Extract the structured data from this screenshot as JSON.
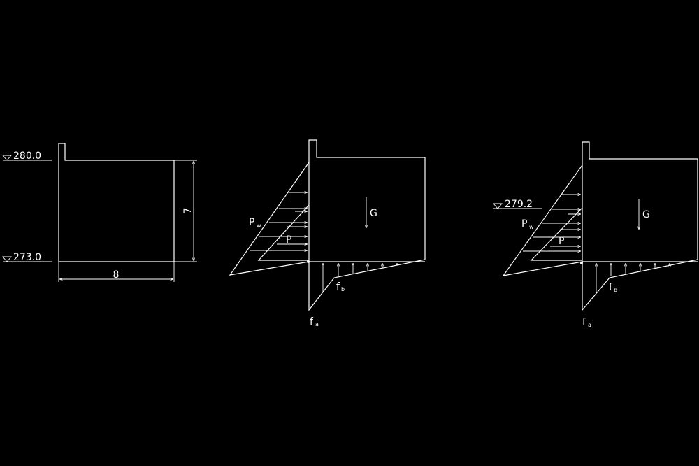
{
  "colors": {
    "background": "#000000",
    "stroke": "#ffffff"
  },
  "diagram1": {
    "elev_top": "280.0",
    "elev_bottom": "273.0",
    "dim_height": "7",
    "dim_width": "8"
  },
  "diagram2": {
    "label_pw_main": "P",
    "label_pw_sub": "w",
    "label_p": "P",
    "label_g": "G",
    "label_fa_main": "f",
    "label_fa_sub": "a",
    "label_fb_main": "f",
    "label_fb_sub": "b"
  },
  "diagram3": {
    "elev_water": "279.2",
    "label_pw_main": "P",
    "label_pw_sub": "w",
    "label_p": "P",
    "label_g": "G",
    "label_fa_main": "f",
    "label_fa_sub": "a",
    "label_fb_main": "f",
    "label_fb_sub": "b"
  }
}
